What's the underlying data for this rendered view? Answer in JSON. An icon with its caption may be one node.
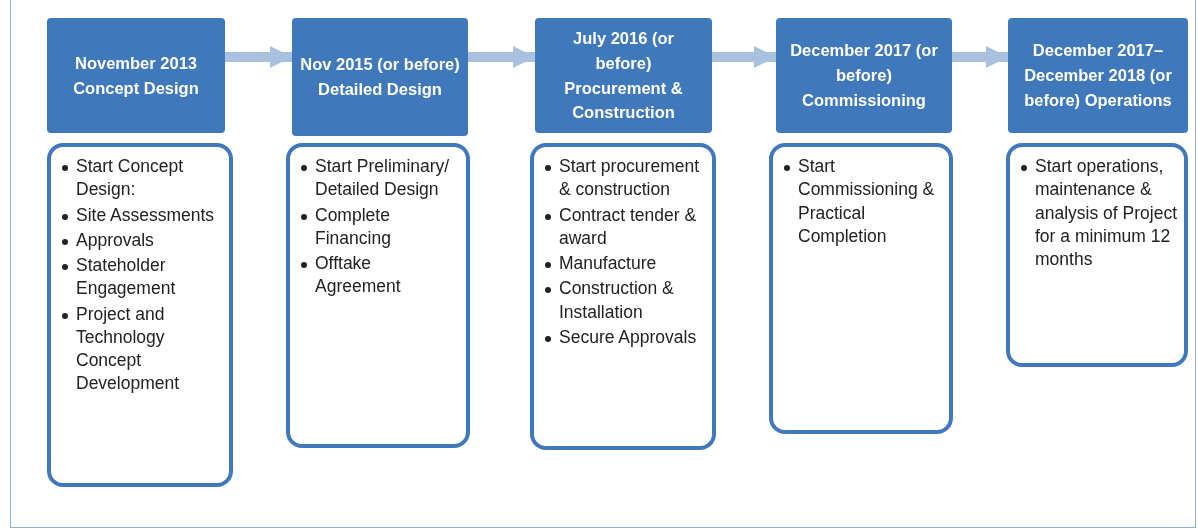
{
  "diagram": {
    "nodes": [
      {
        "text": [
          "November 2013 Concept Design"
        ]
      },
      {
        "text": [
          "Nov 2015 (or before) Detailed Design"
        ]
      },
      {
        "text": [
          "July 2016 (or before) Procurement & Construction"
        ]
      },
      {
        "text": [
          "December 2017 (or before) Commissioning"
        ]
      },
      {
        "text": [
          "December 2017– December 2018 (or before) Operations"
        ]
      },
      {
        "text": [
          "Start Concept Design:",
          "Site Assessments",
          "Approvals",
          "Stateholder Engagement",
          "Project and Technology Concept Development"
        ]
      },
      {
        "text": [
          "Start Preliminary/ Detailed Design",
          "Complete Financing",
          "Offtake Agreement"
        ]
      },
      {
        "text": [
          "Start procurement & construction",
          "Contract tender & award",
          "Manufacture",
          "Construction & Installation",
          "Secure Approvals"
        ]
      },
      {
        "text": [
          "Start Commissioning & Practical Completion"
        ]
      },
      {
        "text": [
          "Start operations, maintenance & analysis of Project for a minimum 12 months"
        ]
      }
    ],
    "edges": [
      {
        "from": 0,
        "to": 1,
        "arrow": "to"
      },
      {
        "from": 1,
        "to": 2,
        "arrow": "to"
      },
      {
        "from": 2,
        "to": 3,
        "arrow": "to"
      },
      {
        "from": 3,
        "to": 4,
        "arrow": "to"
      }
    ]
  }
}
